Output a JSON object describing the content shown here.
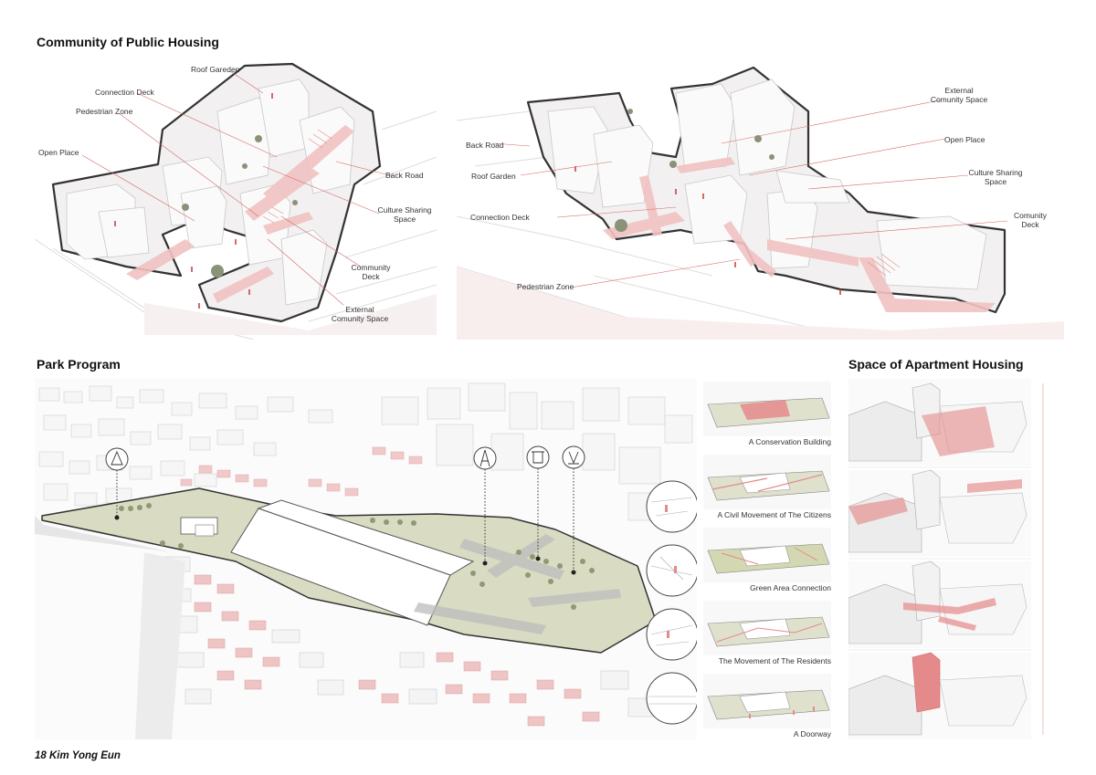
{
  "sections": {
    "community": {
      "title": "Community of Public Housing",
      "left_labels": {
        "roof_garden": "Roof Gareden",
        "connection_deck": "Connection Deck",
        "pedestrian_zone": "Pedestrian Zone",
        "open_place": "Open Place",
        "back_road": "Back Road",
        "culture_sharing_1": "Culture Sharing",
        "culture_sharing_2": "Space",
        "community_deck_1": "Community",
        "community_deck_2": "Deck",
        "external_1": "External",
        "external_2": "Comunity Space"
      },
      "right_labels": {
        "external_1": "External",
        "external_2": "Comunity Space",
        "back_road": "Back Road",
        "open_place": "Open Place",
        "roof_garden": "Roof Garden",
        "culture_sharing_1": "Culture Sharing",
        "culture_sharing_2": "Space",
        "connection_deck": "Connection Deck",
        "community_deck_1": "Comunity",
        "community_deck_2": "Deck",
        "pedestrian_zone": "Pedestrian Zone"
      }
    },
    "park": {
      "title": "Park Program",
      "steps": [
        {
          "caption": "A Conservation Building"
        },
        {
          "caption": "A Civil Movement of The Citizens"
        },
        {
          "caption": "Green Area Connection"
        },
        {
          "caption": "The Movement of The Residents"
        },
        {
          "caption": "A Doorway"
        }
      ]
    },
    "apartment": {
      "title": "Space of Apartment Housing"
    }
  },
  "footer": "18 Kim Yong Eun",
  "colors": {
    "accent": "#e58a8a",
    "accent_light": "#f4cccc",
    "outline": "#333333",
    "green": "#c8cfa8",
    "block": "#f3f1f1"
  }
}
